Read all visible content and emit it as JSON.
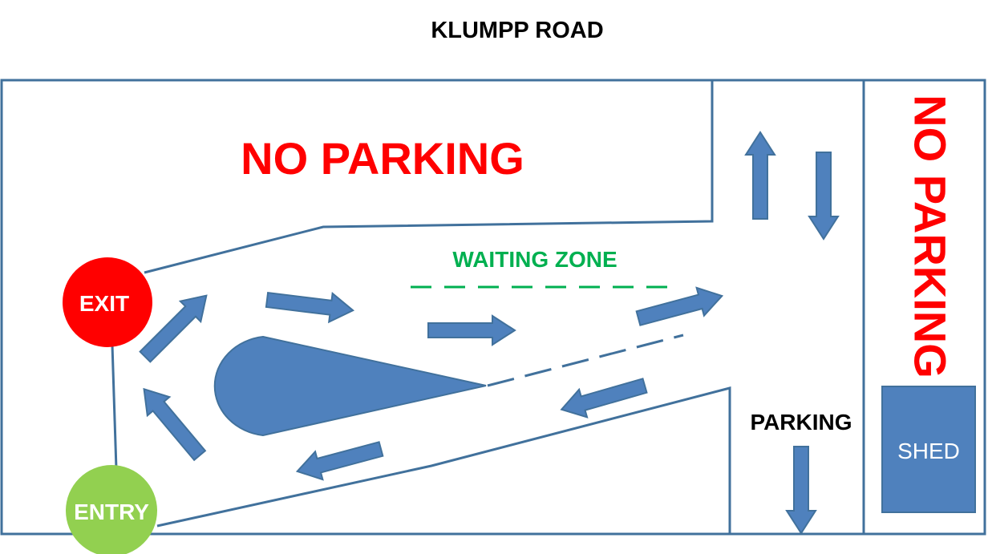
{
  "road_label": "KLUMPP ROAD",
  "no_parking_main": "NO PARKING",
  "no_parking_side": "NO PARKING",
  "waiting_zone": "WAITING ZONE",
  "parking": "PARKING",
  "shed": "SHED",
  "exit": "EXIT",
  "entry": "ENTRY",
  "colors": {
    "outline": "#41719c",
    "arrow_fill": "#4f81bd",
    "no_parking": "#ff0000",
    "waiting_zone": "#00b050",
    "exit_circle": "#ff0000",
    "entry_circle": "#92d050",
    "shed": "#4f81bd"
  }
}
